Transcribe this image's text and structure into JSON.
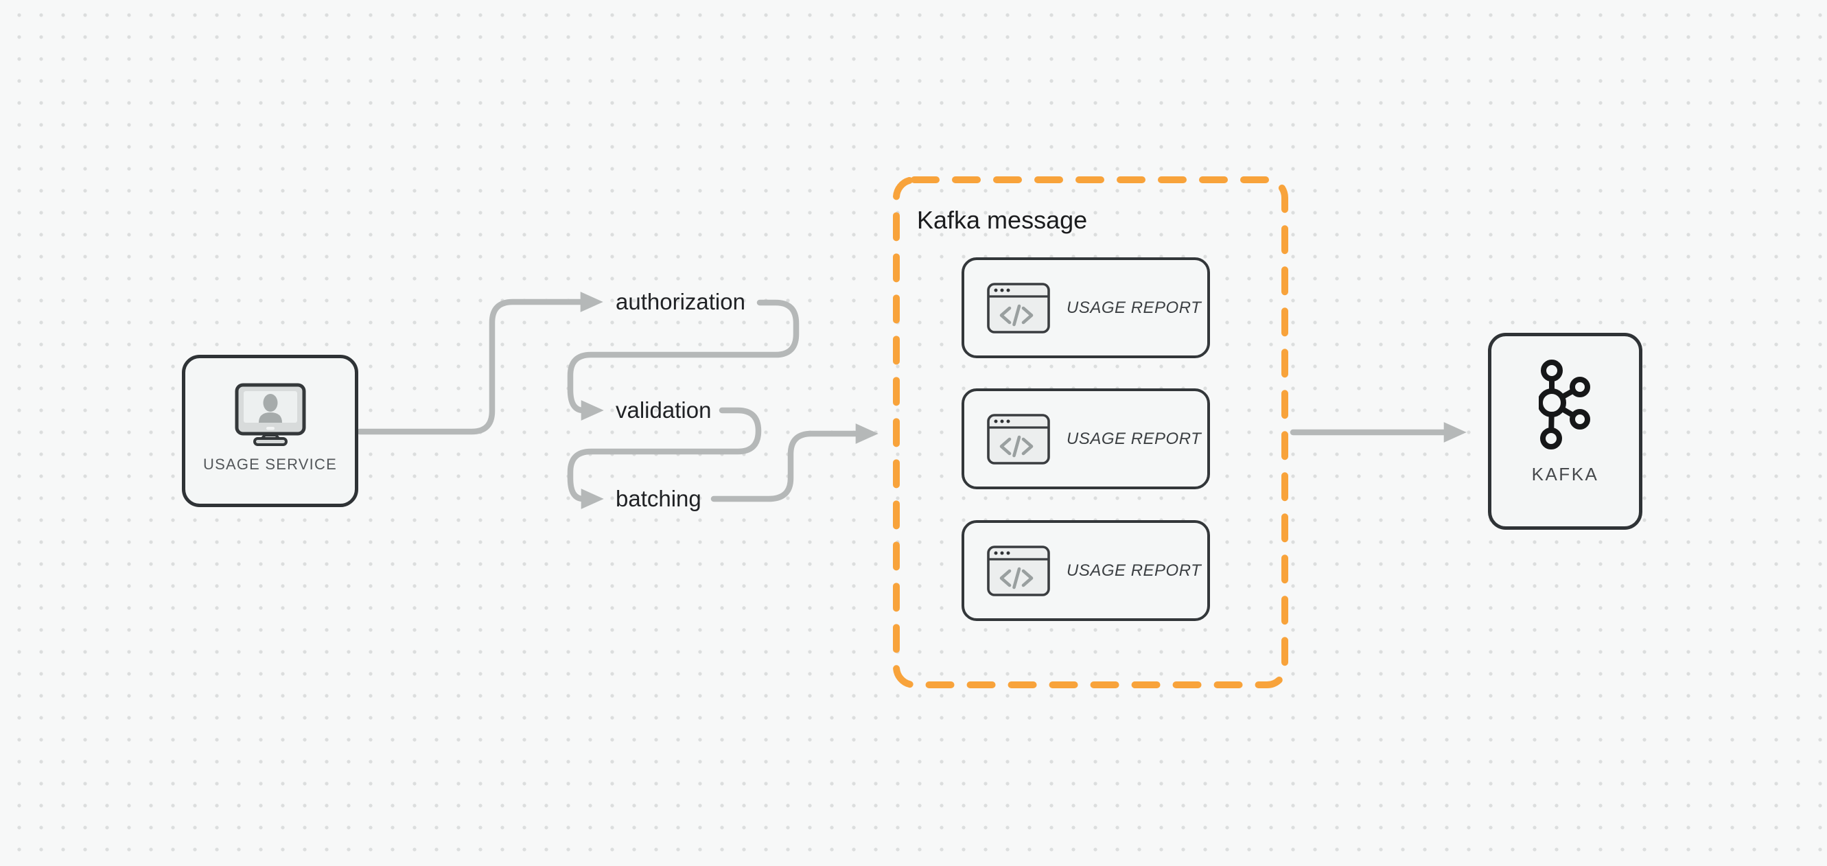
{
  "canvas": {
    "background_color": "#f7f8f8",
    "dot_color": "#dcdede"
  },
  "usage_service": {
    "label": "USAGE SERVICE",
    "icon": "user-monitor-icon"
  },
  "pipeline_steps": [
    {
      "label": "authorization"
    },
    {
      "label": "validation"
    },
    {
      "label": "batching"
    }
  ],
  "kafka_group": {
    "title": "Kafka message",
    "accent_color": "#F8A33B",
    "cards": [
      {
        "label": "USAGE REPORT",
        "icon": "code-window-icon"
      },
      {
        "label": "USAGE REPORT",
        "icon": "code-window-icon"
      },
      {
        "label": "USAGE REPORT",
        "icon": "code-window-icon"
      }
    ]
  },
  "kafka": {
    "label": "KAFKA",
    "icon": "kafka-logo-icon"
  },
  "colors": {
    "arrow": "#b5b8b8",
    "node_border": "#2f3336",
    "node_fill": "#f4f6f6",
    "card_shadow_fill": "#e4e7e7",
    "card_shadow_border": "#54585b",
    "label_text": "#202225"
  }
}
